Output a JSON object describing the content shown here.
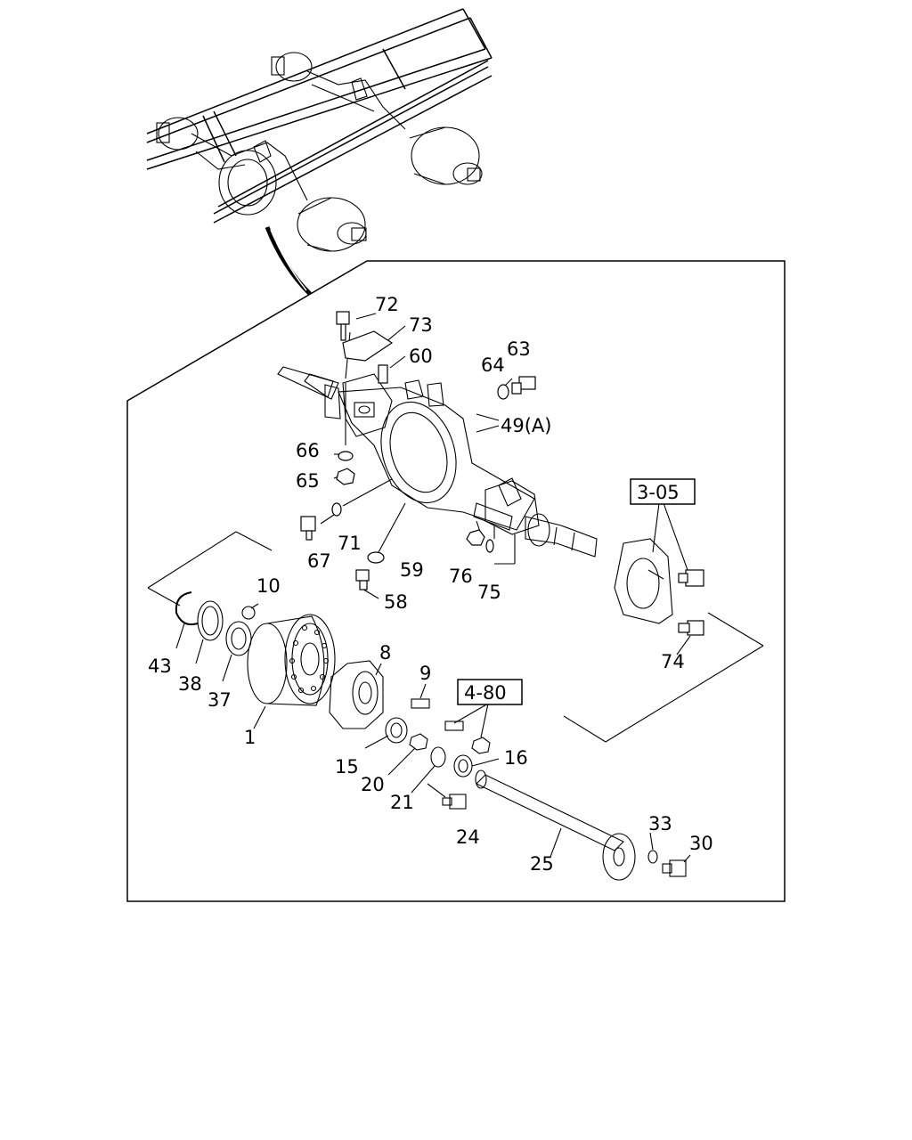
{
  "callouts": {
    "c72": "72",
    "c73": "73",
    "c60": "60",
    "c63": "63",
    "c64": "64",
    "c49": "49(A)",
    "c66": "66",
    "c65": "65",
    "c67": "67",
    "c71": "71",
    "c59": "59",
    "c58": "58",
    "c76": "76",
    "c75": "75",
    "c10": "10",
    "c43": "43",
    "c38": "38",
    "c37": "37",
    "c8": "8",
    "c9": "9",
    "c1": "1",
    "c15": "15",
    "c20": "20",
    "c21": "21",
    "c16": "16",
    "c24": "24",
    "c25": "25",
    "c33": "33",
    "c30": "30",
    "c74": "74"
  },
  "refs": {
    "r305": "3-05",
    "r480": "4-80"
  }
}
